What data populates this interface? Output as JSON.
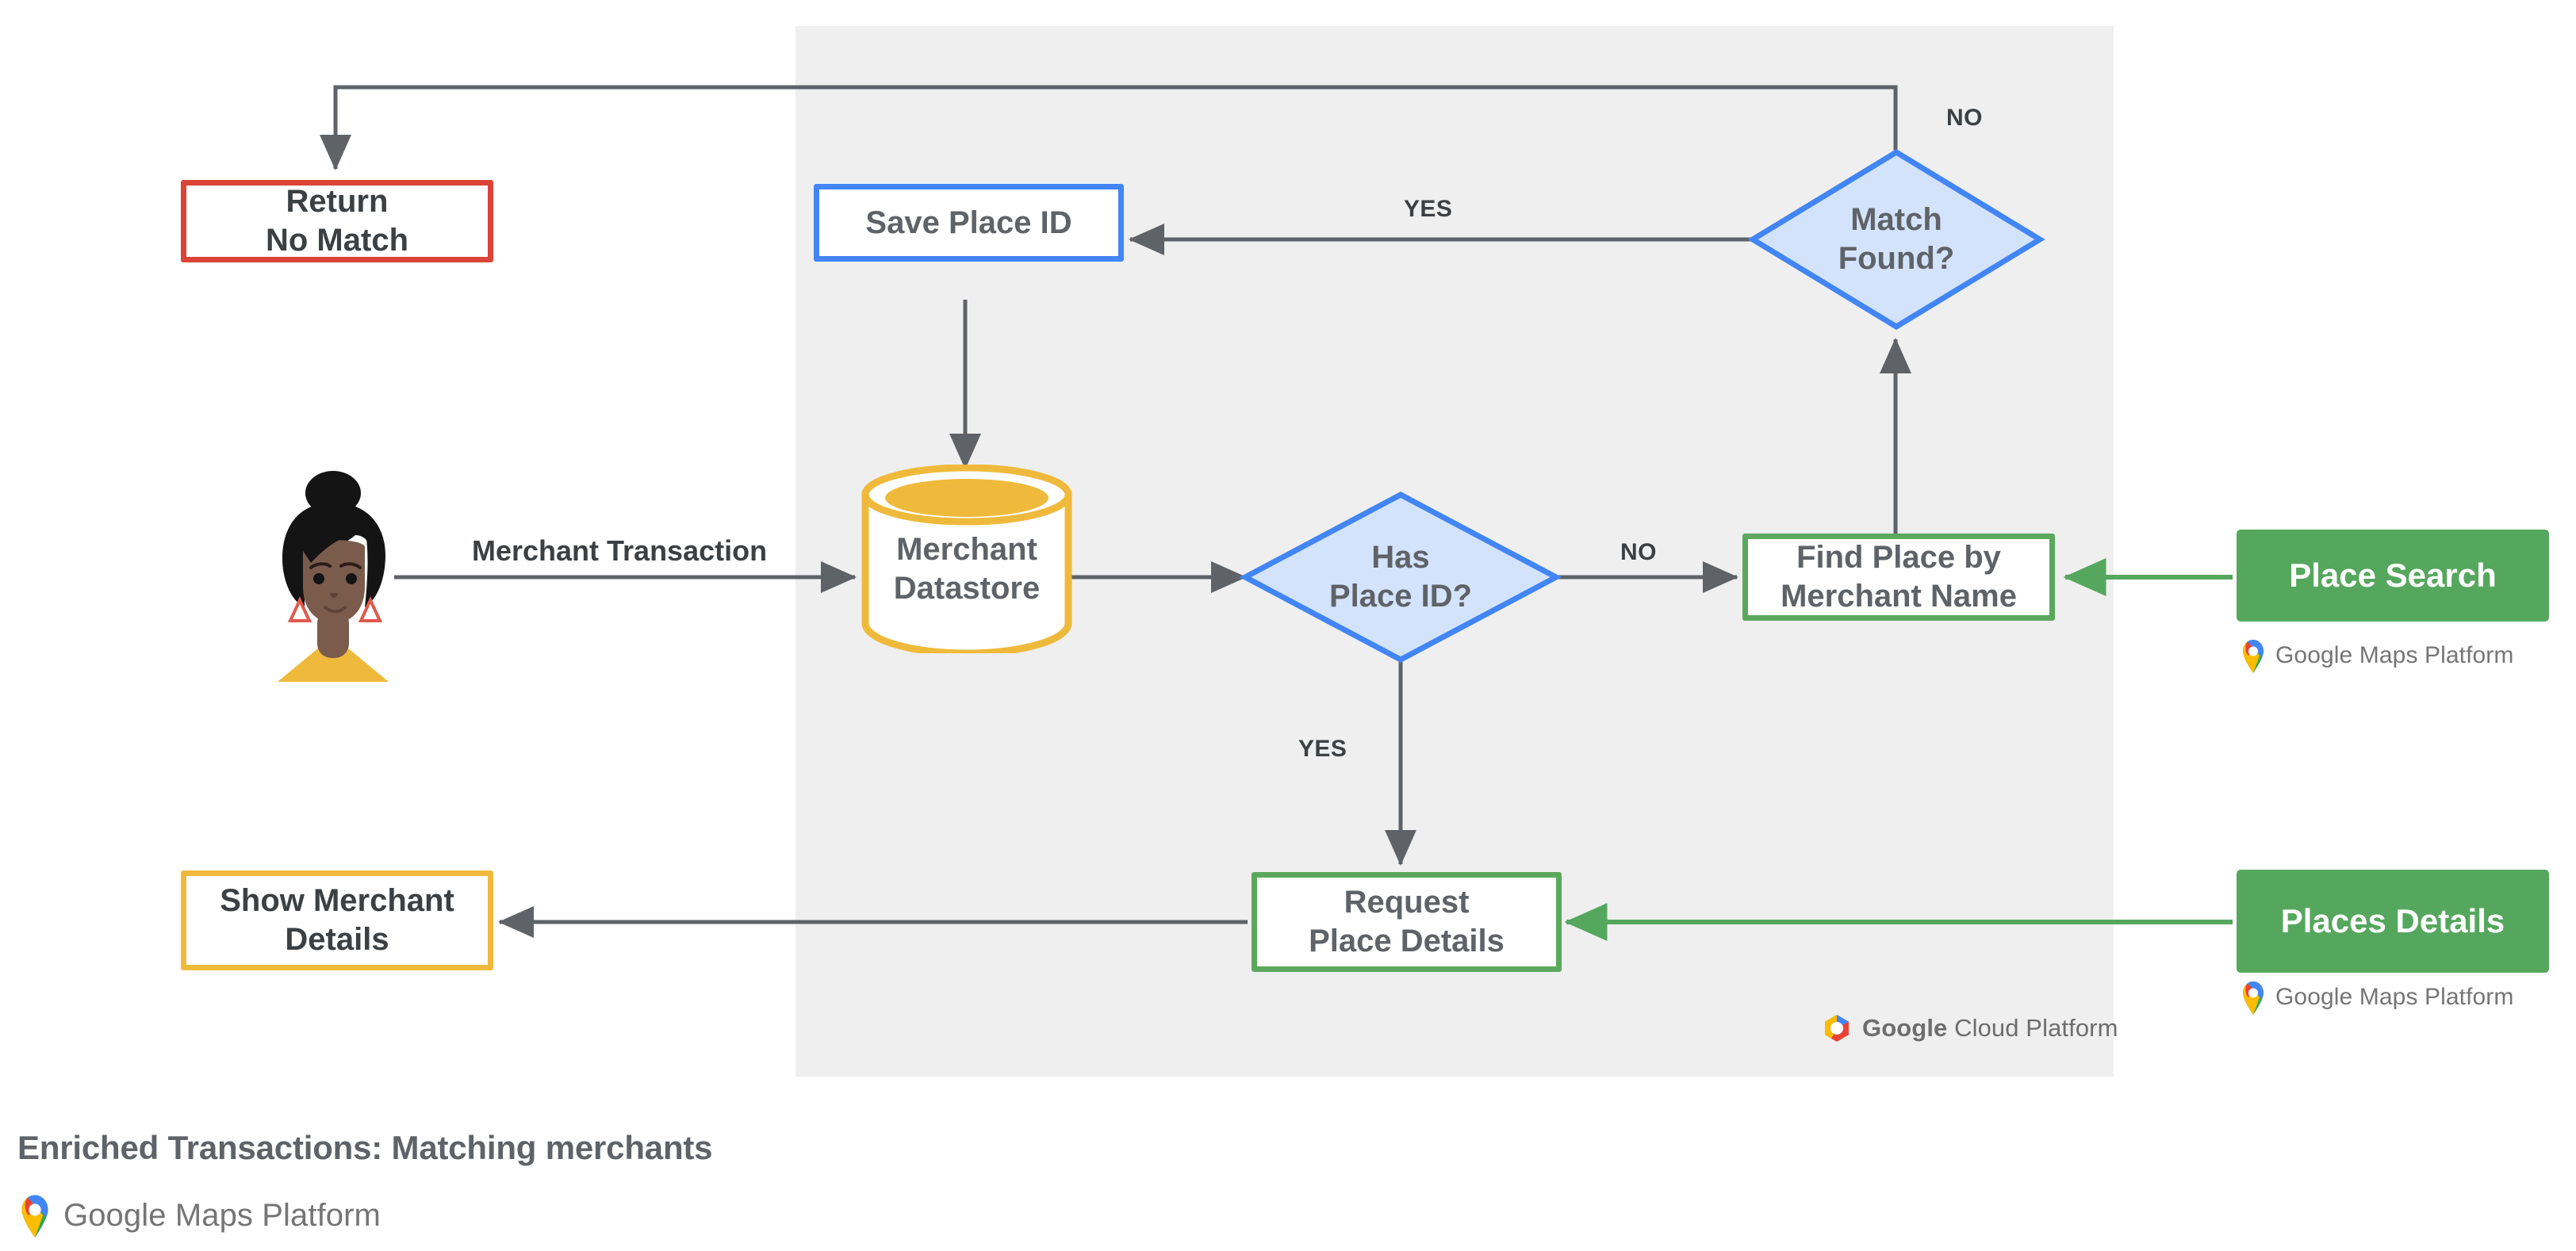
{
  "diagram": {
    "caption": "Enriched Transactions: Matching merchants",
    "platform_panel_logo": "Google Cloud Platform",
    "colors": {
      "panel_bg": "#EFEFEF",
      "red": "#DB4437",
      "blue": "#4285F4",
      "blue_fill": "#D4E3FC",
      "green": "#5BA85C",
      "green_fill": "#55A75E",
      "yellow": "#EFBA3C",
      "edge": "#5f6368",
      "text": "#5f6368"
    },
    "nodes": {
      "return_no_match": "Return\nNo Match",
      "save_place_id": "Save Place ID",
      "match_found": "Match\nFound?",
      "merchant_datastore": "Merchant\nDatastore",
      "has_place_id": "Has\nPlace ID?",
      "find_place_by_merchant_name": "Find Place by\nMerchant Name",
      "place_search": "Place Search",
      "request_place_details": "Request\nPlace Details",
      "places_details": "Places Details",
      "show_merchant_details": "Show Merchant\nDetails"
    },
    "edge_labels": {
      "merchant_transaction": "Merchant Transaction",
      "match_found_no": "NO",
      "match_found_yes": "YES",
      "has_place_id_no": "NO",
      "has_place_id_yes": "YES"
    },
    "logos": {
      "google_maps_platform_google": "Google",
      "google_maps_platform_rest": "Maps Platform",
      "google_cloud_platform_google": "Google",
      "google_cloud_platform_rest": "Cloud Platform"
    }
  }
}
